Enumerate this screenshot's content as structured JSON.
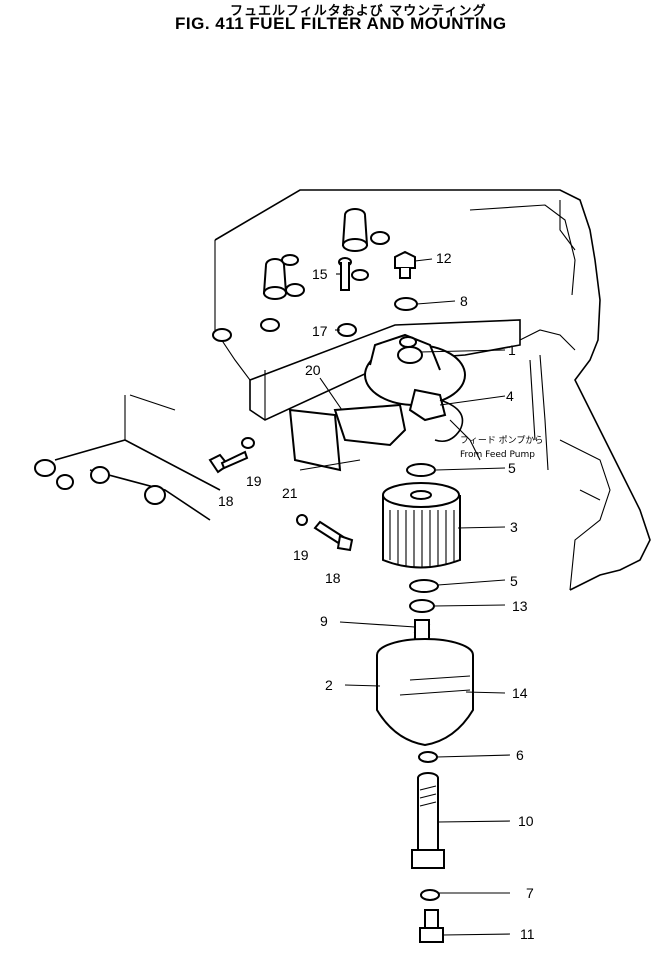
{
  "figure": {
    "title_jp": "フュエルフィルタおよび マウンティング",
    "title_en": "FIG. 411  FUEL FILTER AND MOUNTING"
  },
  "note": {
    "jp": "フィード ポンプから",
    "en": "From  Feed  Pump"
  },
  "callouts": [
    {
      "id": "c1",
      "text": "1"
    },
    {
      "id": "c2",
      "text": "2"
    },
    {
      "id": "c3",
      "text": "3"
    },
    {
      "id": "c4",
      "text": "4"
    },
    {
      "id": "c5a",
      "text": "5"
    },
    {
      "id": "c5b",
      "text": "5"
    },
    {
      "id": "c6",
      "text": "6"
    },
    {
      "id": "c7",
      "text": "7"
    },
    {
      "id": "c8",
      "text": "8"
    },
    {
      "id": "c9",
      "text": "9"
    },
    {
      "id": "c10",
      "text": "10"
    },
    {
      "id": "c11",
      "text": "11"
    },
    {
      "id": "c12",
      "text": "12"
    },
    {
      "id": "c13",
      "text": "13"
    },
    {
      "id": "c14",
      "text": "14"
    },
    {
      "id": "c15",
      "text": "15"
    },
    {
      "id": "c17",
      "text": "17"
    },
    {
      "id": "c18a",
      "text": "18"
    },
    {
      "id": "c18b",
      "text": "18"
    },
    {
      "id": "c19a",
      "text": "19"
    },
    {
      "id": "c19b",
      "text": "19"
    },
    {
      "id": "c20",
      "text": "20"
    },
    {
      "id": "c21",
      "text": "21"
    }
  ]
}
